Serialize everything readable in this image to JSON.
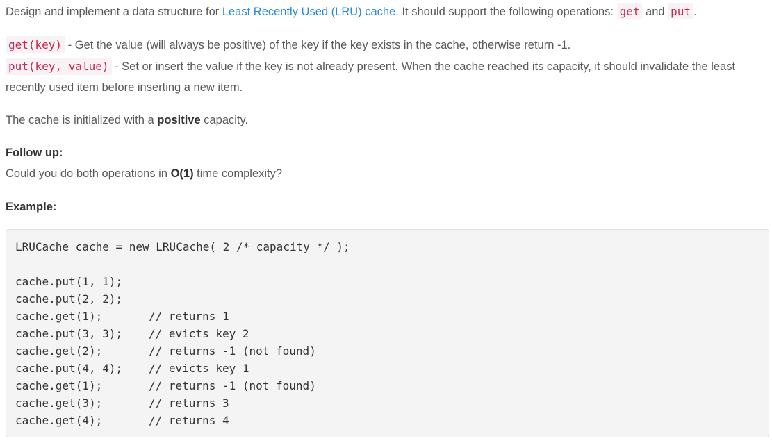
{
  "intro": {
    "before_link": "Design and implement a data structure for ",
    "link_text": "Least Recently Used (LRU) cache",
    "after_link": ". It should support the following operations: ",
    "op_get": "get",
    "and": " and ",
    "op_put": "put",
    "end": "."
  },
  "get_desc": {
    "code": "get(key)",
    "text": " - Get the value (will always be positive) of the key if the key exists in the cache, otherwise return -1."
  },
  "put_desc": {
    "code": "put(key, value)",
    "text": " - Set or insert the value if the key is not already present. When the cache reached its capacity, it should invalidate the least",
    "continuation": "recently used item before inserting a new item."
  },
  "init": {
    "before": "The cache is initialized with a ",
    "bold": "positive",
    "after": " capacity."
  },
  "follow_up": {
    "heading": "Follow up:",
    "before": "Could you do both operations in ",
    "bold": "O(1)",
    "after": " time complexity?"
  },
  "example": {
    "heading": "Example:",
    "constructor": "LRUCache cache = new LRUCache( 2 /* capacity */ );",
    "lines": [
      {
        "stmt": "cache.put(1, 1);",
        "comment": ""
      },
      {
        "stmt": "cache.put(2, 2);",
        "comment": ""
      },
      {
        "stmt": "cache.get(1);",
        "comment": "// returns 1"
      },
      {
        "stmt": "cache.put(3, 3);",
        "comment": "// evicts key 2"
      },
      {
        "stmt": "cache.get(2);",
        "comment": "// returns -1 (not found)"
      },
      {
        "stmt": "cache.put(4, 4);",
        "comment": "// evicts key 1"
      },
      {
        "stmt": "cache.get(1);",
        "comment": "// returns -1 (not found)"
      },
      {
        "stmt": "cache.get(3);",
        "comment": "// returns 3"
      },
      {
        "stmt": "cache.get(4);",
        "comment": "// returns 4"
      }
    ]
  }
}
